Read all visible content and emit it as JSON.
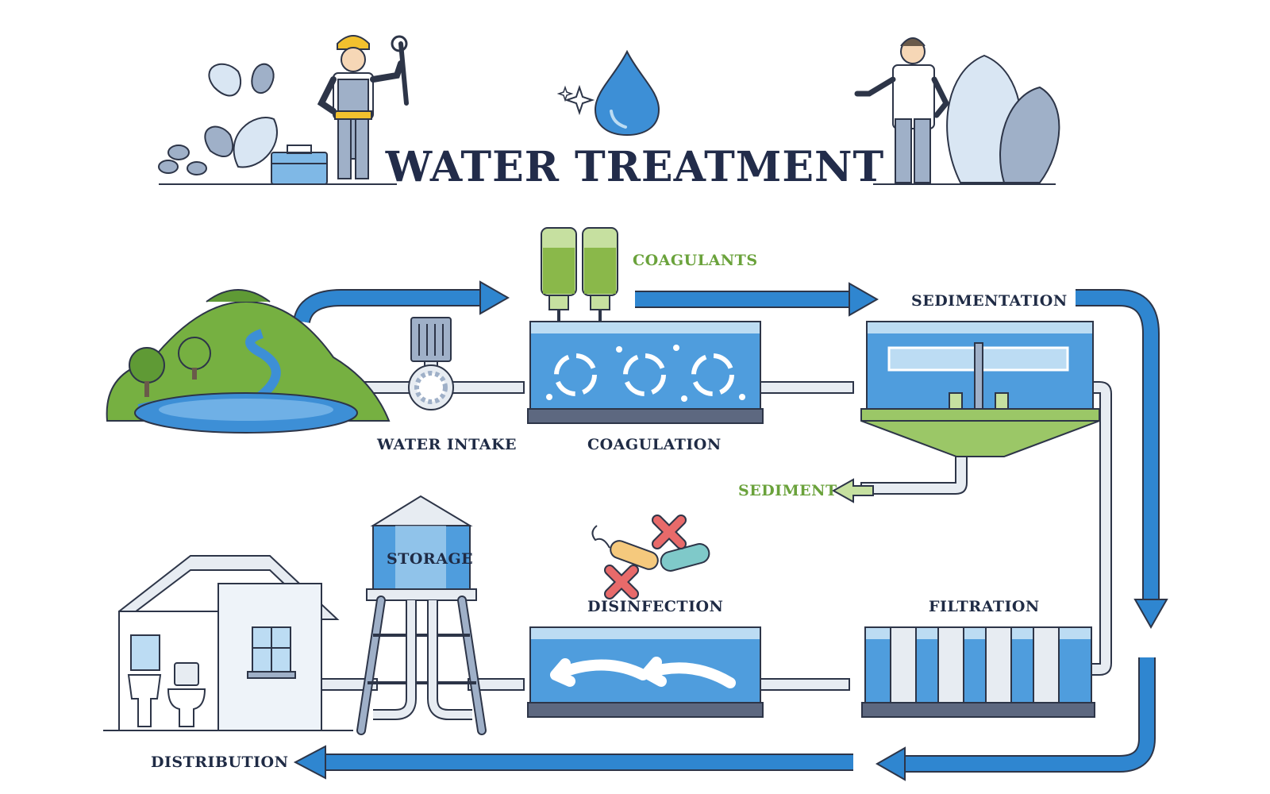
{
  "title": "WATER TREATMENT",
  "labels": {
    "coagulants": "COAGULANTS",
    "sedimentation": "SEDIMENTATION",
    "water_intake": "WATER INTAKE",
    "coagulation": "COAGULATION",
    "sediment": "SEDIMENT",
    "storage": "STORAGE",
    "disinfection": "DISINFECTION",
    "filtration": "FILTRATION",
    "distribution": "DISTRIBUTION"
  },
  "colors": {
    "flow_arrow": "#2f86d0",
    "water": "#3d8fd6",
    "water_light": "#bcdcf3",
    "outline": "#2d3548",
    "green_accent": "#6aa23b",
    "hill": "#76b041",
    "pipe": "#e7ecf2",
    "danger": "#e86a6a"
  },
  "icons": [
    "worker-figure",
    "water-drop-icon",
    "sparkle-icon",
    "scientist-figure",
    "toolbox-icon",
    "wrench-icon",
    "pump-icon",
    "bacteria-icon",
    "cross-icon",
    "house-icon",
    "tree-icon"
  ]
}
